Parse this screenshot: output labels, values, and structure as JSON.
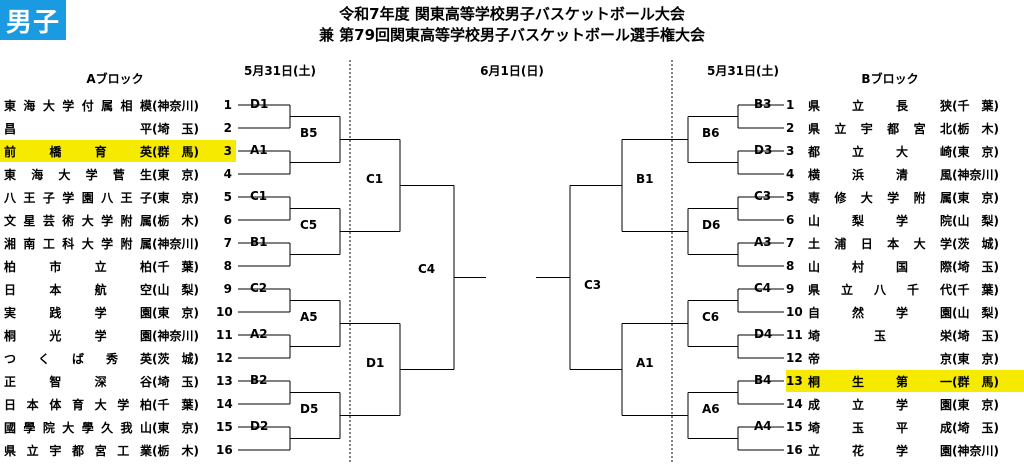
{
  "badge": "男子",
  "title_line1": "令和7年度 関東高等学校男子バスケットボール大会",
  "title_line2": "兼 第79回関東高等学校男子バスケットボール選手権大会",
  "headers": {
    "block_a": "Aブロック",
    "block_b": "Bブロック",
    "day1_left": "5月31日(土)",
    "day2": "6月1日(日)",
    "day1_right": "5月31日(土)"
  },
  "block_a_teams": [
    {
      "num": "1",
      "name": "東海大学付属相模",
      "pref": "(神奈川)",
      "highlight": false
    },
    {
      "num": "2",
      "name": "昌平",
      "pref": "(埼　玉)",
      "highlight": false
    },
    {
      "num": "3",
      "name": "前橋育英",
      "pref": "(群　馬)",
      "highlight": true
    },
    {
      "num": "4",
      "name": "東海大学菅生",
      "pref": "(東　京)",
      "highlight": false
    },
    {
      "num": "5",
      "name": "八王子学園八王子",
      "pref": "(東　京)",
      "highlight": false
    },
    {
      "num": "6",
      "name": "文星芸術大学附属",
      "pref": "(栃　木)",
      "highlight": false
    },
    {
      "num": "7",
      "name": "湘南工科大学附属",
      "pref": "(神奈川)",
      "highlight": false
    },
    {
      "num": "8",
      "name": "柏市立柏",
      "pref": "(千　葉)",
      "highlight": false
    },
    {
      "num": "9",
      "name": "日本航空",
      "pref": "(山　梨)",
      "highlight": false
    },
    {
      "num": "10",
      "name": "実践学園",
      "pref": "(東　京)",
      "highlight": false
    },
    {
      "num": "11",
      "name": "桐光学園",
      "pref": "(神奈川)",
      "highlight": false
    },
    {
      "num": "12",
      "name": "つくば秀英",
      "pref": "(茨　城)",
      "highlight": false
    },
    {
      "num": "13",
      "name": "正智深谷",
      "pref": "(埼　玉)",
      "highlight": false
    },
    {
      "num": "14",
      "name": "日本体育大学柏",
      "pref": "(千　葉)",
      "highlight": false
    },
    {
      "num": "15",
      "name": "國學院大學久我山",
      "pref": "(東　京)",
      "highlight": false
    },
    {
      "num": "16",
      "name": "県立宇都宮工業",
      "pref": "(栃　木)",
      "highlight": false
    }
  ],
  "block_b_teams": [
    {
      "num": "1",
      "name": "県立長狭",
      "pref": "(千　葉)",
      "highlight": false
    },
    {
      "num": "2",
      "name": "県立宇都宮北",
      "pref": "(栃　木)",
      "highlight": false
    },
    {
      "num": "3",
      "name": "都立大崎",
      "pref": "(東　京)",
      "highlight": false
    },
    {
      "num": "4",
      "name": "横浜清風",
      "pref": "(神奈川)",
      "highlight": false
    },
    {
      "num": "5",
      "name": "専修大学附属",
      "pref": "(東　京)",
      "highlight": false
    },
    {
      "num": "6",
      "name": "山梨学院",
      "pref": "(山　梨)",
      "highlight": false
    },
    {
      "num": "7",
      "name": "土浦日本大学",
      "pref": "(茨　城)",
      "highlight": false
    },
    {
      "num": "8",
      "name": "山村国際",
      "pref": "(埼　玉)",
      "highlight": false
    },
    {
      "num": "9",
      "name": "県立八千代",
      "pref": "(千　葉)",
      "highlight": false
    },
    {
      "num": "10",
      "name": "自然学園",
      "pref": "(山　梨)",
      "highlight": false
    },
    {
      "num": "11",
      "name": "埼玉栄",
      "pref": "(埼　玉)",
      "highlight": false
    },
    {
      "num": "12",
      "name": "帝京",
      "pref": "(東　京)",
      "highlight": false
    },
    {
      "num": "13",
      "name": "桐生第一",
      "pref": "(群　馬)",
      "highlight": true
    },
    {
      "num": "14",
      "name": "成立学園",
      "pref": "(東　京)",
      "highlight": false
    },
    {
      "num": "15",
      "name": "埼玉平成",
      "pref": "(埼　玉)",
      "highlight": false
    },
    {
      "num": "16",
      "name": "立花学園",
      "pref": "(神奈川)",
      "highlight": false
    }
  ],
  "left_round1": [
    "D1",
    "A1",
    "C1",
    "B1",
    "C2",
    "A2",
    "B2",
    "D2"
  ],
  "left_round2": [
    "B5",
    "C5",
    "A5",
    "D5"
  ],
  "left_round3": [
    "C1",
    "D1"
  ],
  "left_final": "C4",
  "right_round1": [
    "B3",
    "D3",
    "C3",
    "A3",
    "C4",
    "D4",
    "B4",
    "A4"
  ],
  "right_round2": [
    "B6",
    "D6",
    "C6",
    "A6"
  ],
  "right_round3": [
    "B1",
    "A1"
  ],
  "right_final": "C3"
}
